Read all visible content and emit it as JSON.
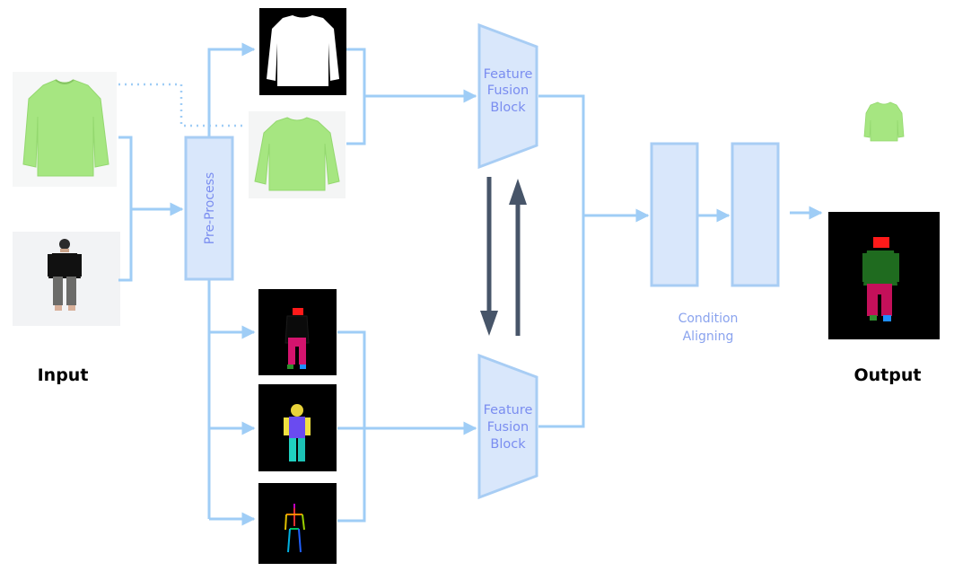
{
  "labels": {
    "input": "Input",
    "output": "Output",
    "preprocess": "Pre-Process",
    "fusion_top": [
      "Feature",
      "Fusion",
      "Block"
    ],
    "fusion_bottom": [
      "Feature",
      "Fusion",
      "Block"
    ],
    "condition": [
      "Condition",
      "Aligning"
    ]
  },
  "colors": {
    "flow_line": "#9fcdf6",
    "block_fill": "#d9e7fb",
    "block_stroke": "#a8cdf4",
    "feedback_arrow": "#475569",
    "garment": "#a6e681",
    "panel_bg": "#000000"
  },
  "icons": {
    "input_garment": "sweatshirt-photo",
    "input_person": "person-photo",
    "garment_mask": "garment-mask",
    "garment_clean": "sweatshirt-photo",
    "parsing_map": "human-parsing-map",
    "densepose": "densepose-map",
    "pose_skeleton": "pose-skeleton",
    "output_garment": "sweatshirt-thumbnail",
    "output_map": "human-parsing-output"
  }
}
